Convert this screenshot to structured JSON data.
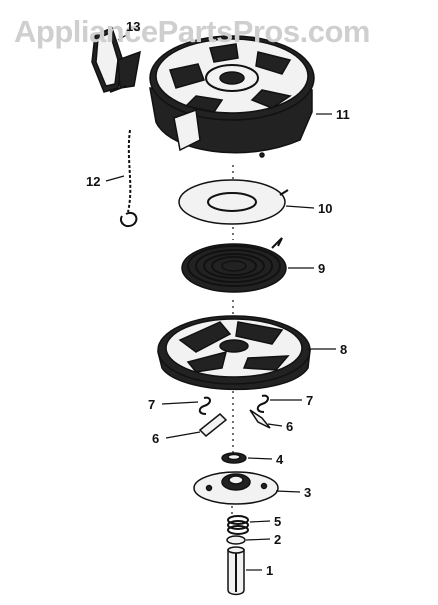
{
  "watermark": "AppliancePartsPros.com",
  "callouts": {
    "part_1": "1",
    "part_2": "2",
    "part_3": "3",
    "part_4": "4",
    "part_5": "5",
    "part_6_left": "6",
    "part_6_right": "6",
    "part_7_left": "7",
    "part_7_right": "7",
    "part_8": "8",
    "part_9": "9",
    "part_10": "10",
    "part_11": "11",
    "part_12": "12",
    "part_13": "13"
  }
}
